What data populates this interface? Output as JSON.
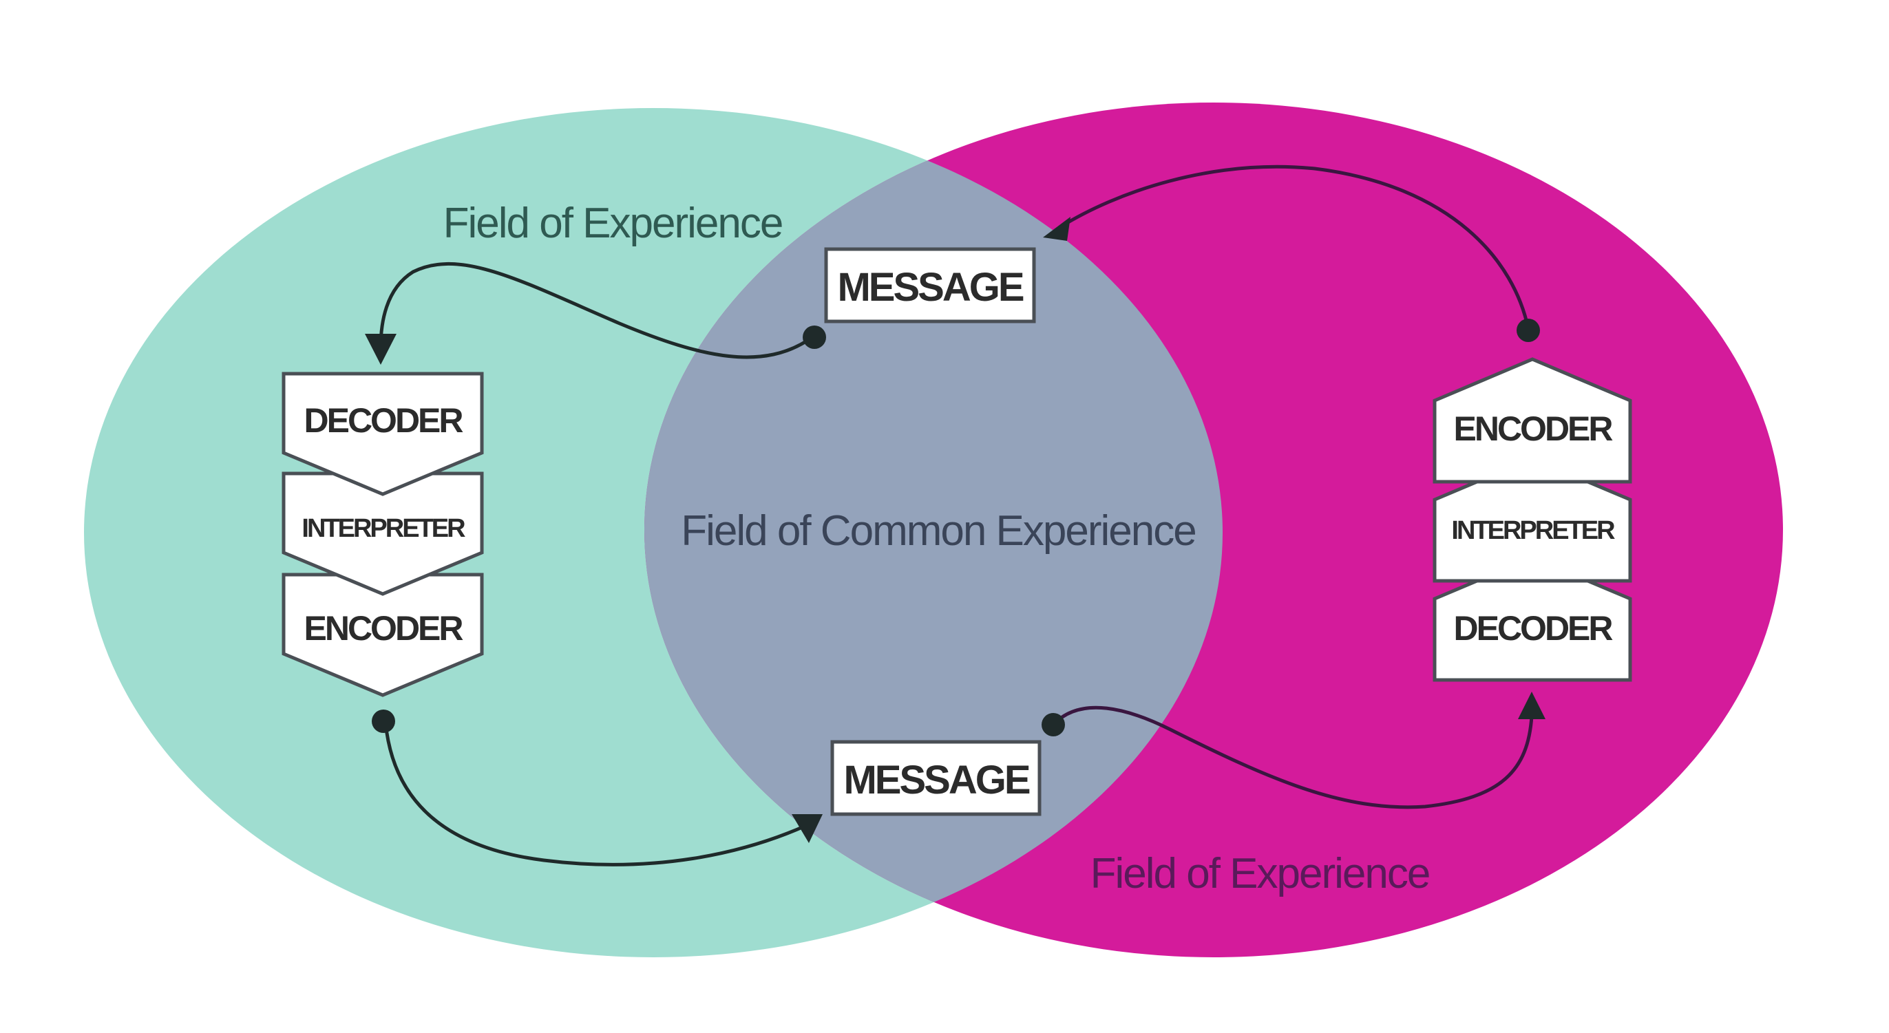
{
  "colors": {
    "left_field": "#9fddd0",
    "right_field": "#d41b9b",
    "overlap": "#94a3bb",
    "box_fill": "#ffffff",
    "box_stroke": "#4a4f55",
    "arrow": "#1f2a2a",
    "left_label_color": "#2f5a52",
    "center_label_color": "#3a4458",
    "right_label_color": "#5a1a5a"
  },
  "labels": {
    "left_field": "Field of Experience",
    "right_field": "Field of Experience",
    "common_field": "Field of Common Experience"
  },
  "messages": {
    "top": "MESSAGE",
    "bottom": "MESSAGE"
  },
  "left_stack": {
    "direction": "down",
    "items": [
      "DECODER",
      "INTERPRETER",
      "ENCODER"
    ]
  },
  "right_stack": {
    "direction": "up",
    "items": [
      "ENCODER",
      "INTERPRETER",
      "DECODER"
    ]
  },
  "flows": [
    {
      "from": "top-message",
      "to": "left-decoder"
    },
    {
      "from": "right-encoder",
      "to": "top-message"
    },
    {
      "from": "left-encoder",
      "to": "bottom-message"
    },
    {
      "from": "bottom-message",
      "to": "right-decoder"
    }
  ]
}
